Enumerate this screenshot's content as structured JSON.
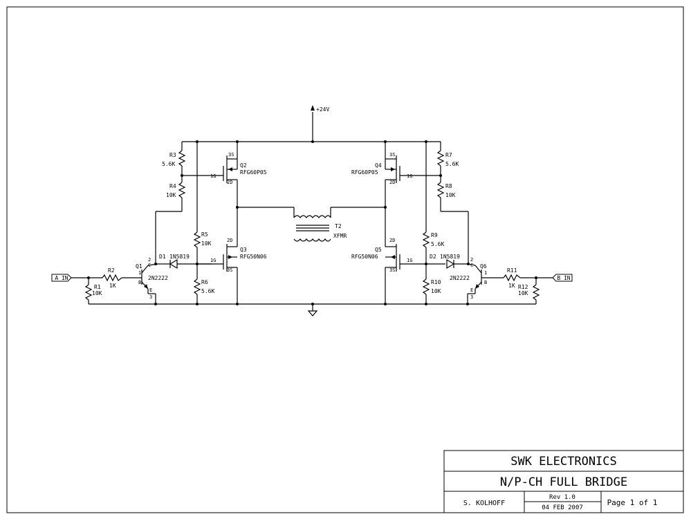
{
  "title_block": {
    "company": "SWK ELECTRONICS",
    "title": "N/P-CH FULL BRIDGE",
    "author": "S. KOLHOFF",
    "revision": "Rev 1.0",
    "date": "04 FEB 2007",
    "page": "Page 1 of 1"
  },
  "ports": {
    "a_in": "A IN",
    "b_in": "B IN"
  },
  "power": {
    "supply": "+24V"
  },
  "transformer": {
    "ref": "T2",
    "value": "XFMR"
  },
  "resistors": {
    "r1": {
      "ref": "R1",
      "value": "10K"
    },
    "r2": {
      "ref": "R2",
      "value": "1K"
    },
    "r3": {
      "ref": "R3",
      "value": "5.6K"
    },
    "r4": {
      "ref": "R4",
      "value": "10K"
    },
    "r5": {
      "ref": "R5",
      "value": "10K"
    },
    "r6": {
      "ref": "R6",
      "value": "5.6K"
    },
    "r7": {
      "ref": "R7",
      "value": "5.6K"
    },
    "r8": {
      "ref": "R8",
      "value": "10K"
    },
    "r9": {
      "ref": "R9",
      "value": "5.6K"
    },
    "r10": {
      "ref": "R10",
      "value": "10K"
    },
    "r11": {
      "ref": "R11",
      "value": "1K"
    },
    "r12": {
      "ref": "R12",
      "value": "10K"
    }
  },
  "diodes": {
    "d1": {
      "ref": "D1",
      "value": "1N5819"
    },
    "d2": {
      "ref": "D2",
      "value": "1N5819"
    }
  },
  "bjts": {
    "q1": {
      "ref": "Q1",
      "value": "2N2222"
    },
    "q6": {
      "ref": "Q6",
      "value": "2N2222"
    }
  },
  "mosfets": {
    "q2": {
      "ref": "Q2",
      "value": "RFG60P05"
    },
    "q3": {
      "ref": "Q3",
      "value": "RFG50N06"
    },
    "q4": {
      "ref": "Q4",
      "value": "RFG60P05"
    },
    "q5": {
      "ref": "Q5",
      "value": "RFG50N06"
    }
  },
  "pins": {
    "gate": "1G",
    "source": "3S",
    "drain": "2D",
    "collector": "C",
    "base": "B",
    "emitter": "E",
    "p1": "1",
    "p2": "2",
    "p3": "3"
  }
}
